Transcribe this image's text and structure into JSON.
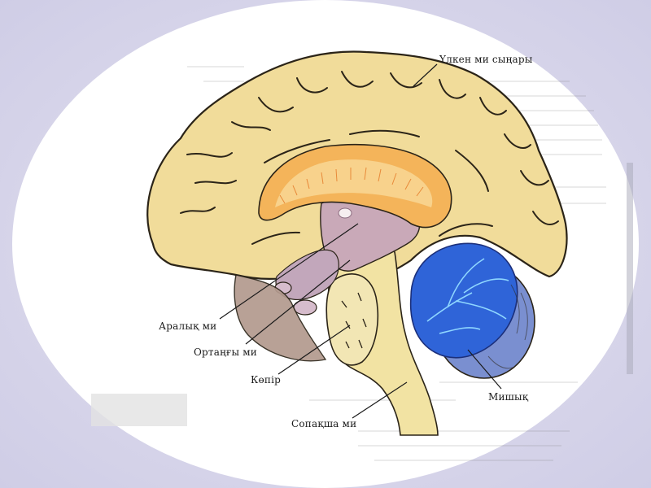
{
  "labels": {
    "cerebrum": "Үлкен ми сыңары",
    "diencephalon": "Аралық ми",
    "midbrain": "Ортаңғы ми",
    "pons": "Көпір",
    "cerebellum": "Мишық",
    "medulla": "Сопақша ми"
  },
  "colors": {
    "cortex": "#f1dc9a",
    "cortex_outline": "#2b2418",
    "corpus_callosum": "#f4b45a",
    "callosum_stripes": "#e88a3a",
    "thalamus": "#c9a9b8",
    "brainstem": "#f2e3a3",
    "cerebellum": "#2f64d8",
    "cerebellum_veins": "#8fd7ff",
    "background_oval": "#ffffff",
    "page_background": "#d7d5ea"
  }
}
